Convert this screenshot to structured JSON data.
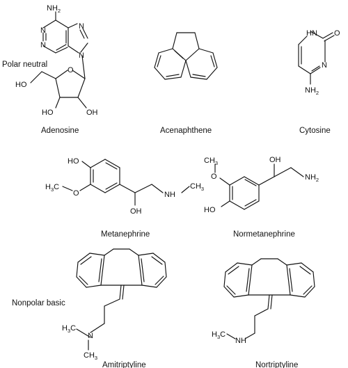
{
  "categories": {
    "polar_neutral": "Polar neutral",
    "nonpolar_basic": "Nonpolar basic"
  },
  "compounds": {
    "adenosine": "Adenosine",
    "acenaphthene": "Acenaphthene",
    "cytosine": "Cytosine",
    "metanephrine": "Metanephrine",
    "normetanephrine": "Normetanephrine",
    "amitriptyline": "Amitriptyline",
    "nortriptyline": "Nortriptyline"
  },
  "atom_labels": {
    "N": "N",
    "NH": "NH",
    "NH2": "NH",
    "two": "2",
    "three": "3",
    "O": "O",
    "OH": "OH",
    "HO": "HO",
    "H": "H",
    "C": "C",
    "CH": "CH",
    "H3C": "H",
    "C3": "3"
  }
}
